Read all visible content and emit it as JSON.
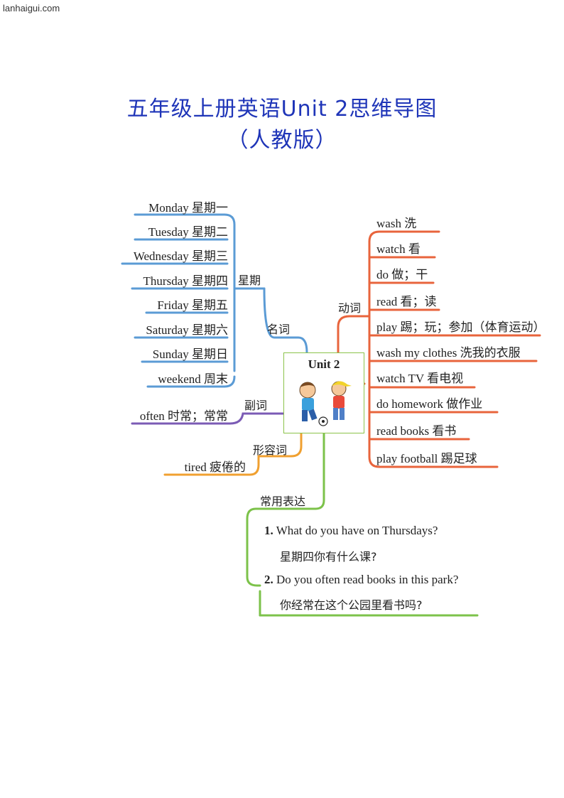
{
  "site": "lanhaigui.com",
  "title_line1": "五年级上册英语Unit 2思维导图",
  "title_line2": "（人教版）",
  "center": {
    "label": "Unit 2"
  },
  "categories": {
    "week": "星期",
    "noun": "名词",
    "verb": "动词",
    "adverb": "副词",
    "adjective": "形容词",
    "expressions": "常用表达"
  },
  "days": [
    "Monday 星期一",
    "Tuesday 星期二",
    "Wednesday 星期三",
    "Thursday 星期四",
    "Friday 星期五",
    "Saturday 星期六",
    "Sunday 星期日",
    "weekend 周末"
  ],
  "verbs": [
    "wash 洗",
    "watch 看",
    "do 做；干",
    "read 看；读",
    "play 踢；玩；参加（体育运动）",
    "wash my clothes 洗我的衣服",
    "watch TV 看电视",
    "do homework 做作业",
    "read books 看书",
    "play football 踢足球"
  ],
  "adverb_item": "often 时常；常常",
  "adjective_item": "tired 疲倦的",
  "expressions": [
    {
      "num": "1.",
      "en": "What do you have on Thursdays?",
      "cn": "星期四你有什么课?"
    },
    {
      "num": "2.",
      "en": "Do you often read books in this park?",
      "cn": "你经常在这个公园里看书吗?"
    }
  ],
  "colors": {
    "title": "#1f35b8",
    "noun_branch": "#5b9bd5",
    "verb_branch": "#e8643c",
    "adverb_branch": "#7b5bb5",
    "adjective_branch": "#f0a030",
    "expression_branch": "#7cc24a"
  }
}
